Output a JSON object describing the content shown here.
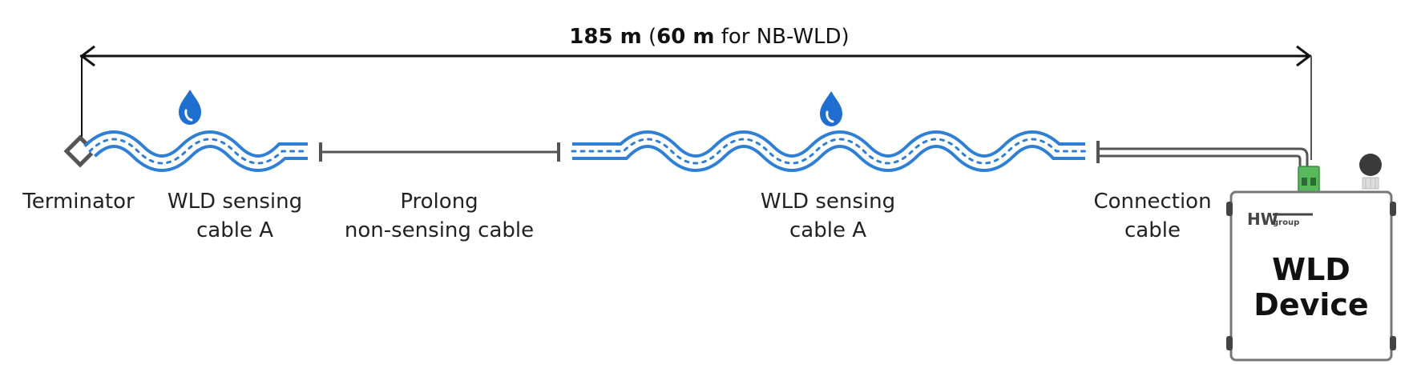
{
  "span": {
    "length_bold": "185 m",
    "open_paren": " (",
    "alt_length_bold": "60 m",
    "alt_suffix": " for NB-WLD)"
  },
  "labels": {
    "terminator": "Terminator",
    "sensing_cable_a_1_line1": "WLD sensing",
    "sensing_cable_a_1_line2": "cable A",
    "prolong_line1": "Prolong",
    "prolong_line2": "non-sensing cable",
    "sensing_cable_a_2_line1": "WLD sensing",
    "sensing_cable_a_2_line2": "cable A",
    "connection_line1": "Connection",
    "connection_line2": "cable"
  },
  "device": {
    "logo_main": "HW",
    "logo_sub": "group",
    "line1": "WLD",
    "line2": "Device"
  },
  "colors": {
    "cable_blue": "#2f7fd6",
    "line_gray": "#555555",
    "drop_blue": "#1f6fd0",
    "connector_green": "#58b85c",
    "device_border": "#777777"
  },
  "icons": {
    "water_drop": "water-drop-icon",
    "terminator": "terminator-diamond-icon",
    "sensor_probe": "sensor-probe-icon"
  }
}
